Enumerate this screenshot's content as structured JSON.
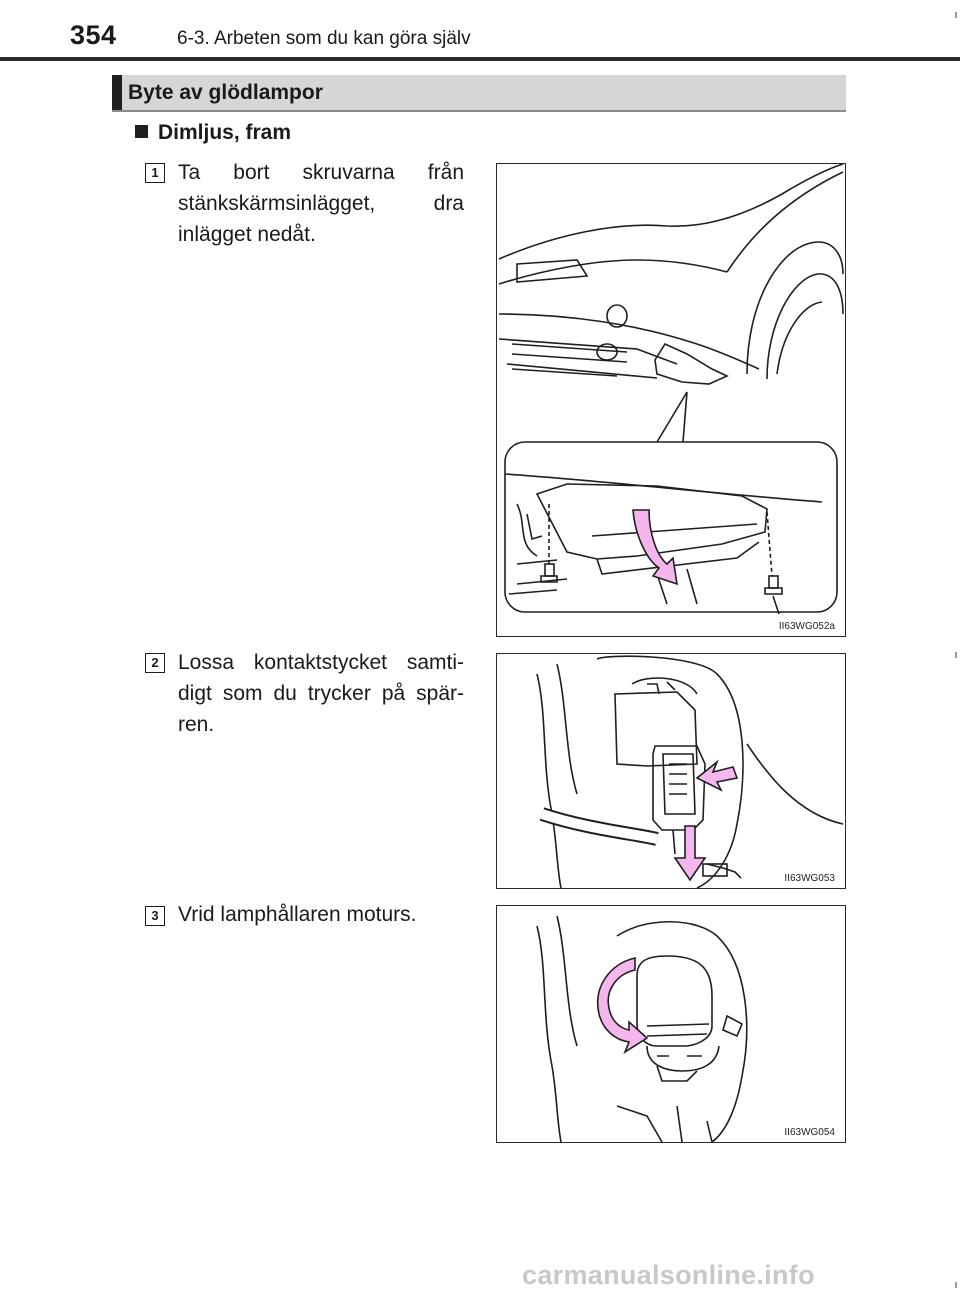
{
  "header": {
    "page_number": "354",
    "running_head": "6-3. Arbeten som du kan göra själv"
  },
  "section": {
    "title": "Byte av glödlampor"
  },
  "subsection": {
    "title": "Dimljus, fram"
  },
  "steps": [
    {
      "number": "1",
      "text": "Ta bort skruvarna från stänkskärmsinlägget, dra inlägget nedåt.",
      "figure_code": "II63WG052a"
    },
    {
      "number": "2",
      "text": "Lossa kontaktstycket samti-digt som du trycker på spär-ren.",
      "figure_code": "II63WG053"
    },
    {
      "number": "3",
      "text": "Vrid lamphållaren moturs.",
      "figure_code": "II63WG054"
    }
  ],
  "colors": {
    "arrow_fill": "#f4b6ec",
    "section_bar": "#d6d6d6",
    "rule": "#2a2a2a"
  },
  "watermark": "carmanualsonline.info"
}
